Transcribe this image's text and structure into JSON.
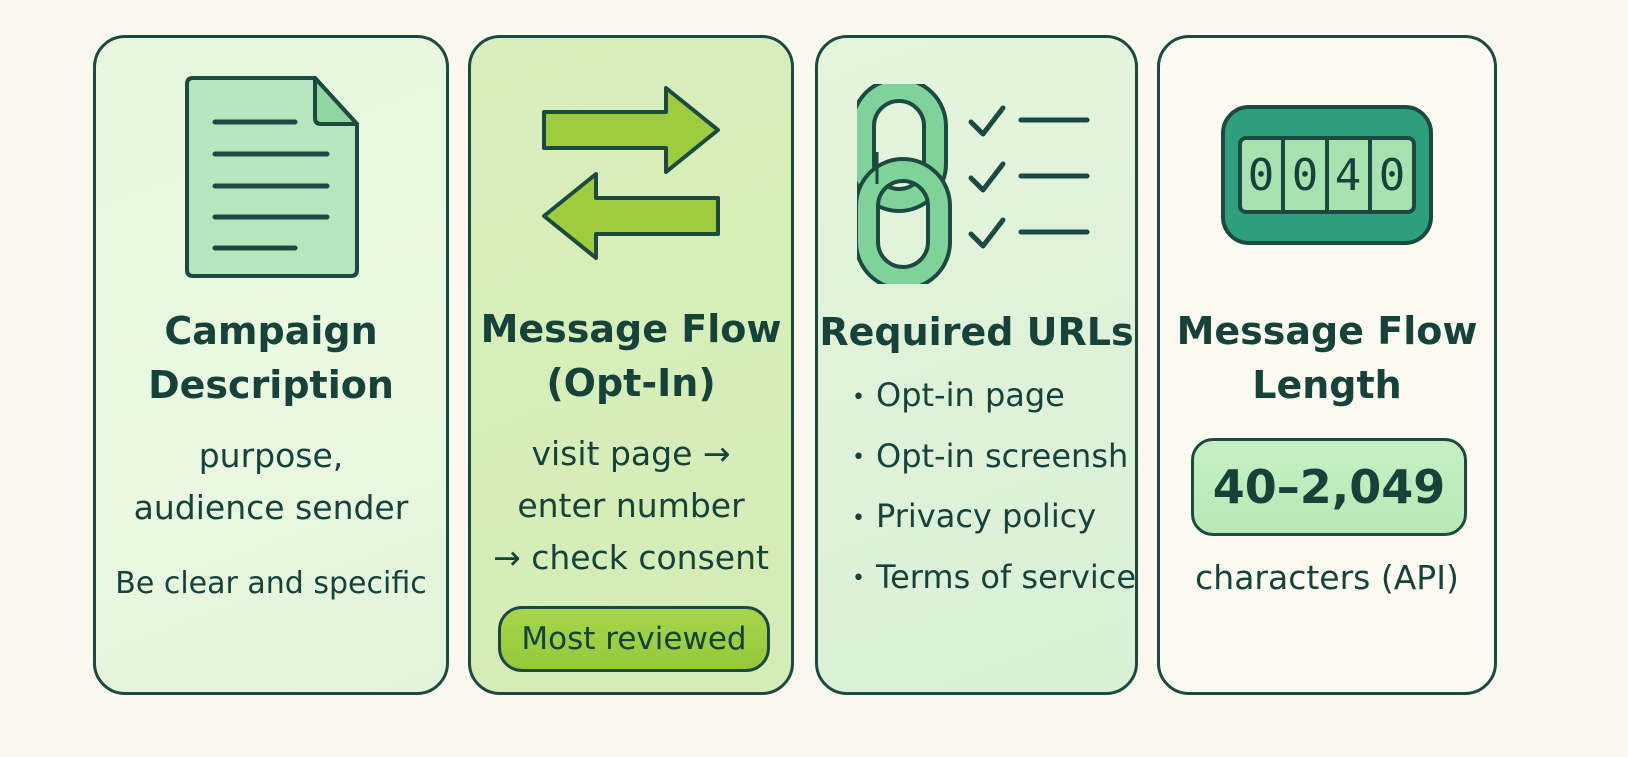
{
  "cards": [
    {
      "icon": "document-icon",
      "title_lines": [
        "Campaign",
        "Description"
      ],
      "body_lines": [
        "purpose,",
        "audience  sender"
      ],
      "note": "Be clear and specific"
    },
    {
      "icon": "swap-arrows-icon",
      "title_lines": [
        "Message Flow",
        "(Opt-In)"
      ],
      "body_lines": [
        "visit page →",
        "enter number",
        "→ check consent"
      ],
      "badge": "Most reviewed"
    },
    {
      "icon": "link-checklist-icon",
      "title_lines": [
        "Required URLs"
      ],
      "items": [
        "Opt-in page",
        "Opt-in screensh",
        "Privacy policy",
        "Terms of service"
      ]
    },
    {
      "icon": "counter-icon",
      "counter_digits": [
        "0",
        "0",
        "4",
        "0"
      ],
      "title_lines": [
        "Message Flow",
        "Length"
      ],
      "value": "40–2,049",
      "caption": "characters (API)"
    }
  ],
  "colors": {
    "outline": "#1c4a40",
    "text": "#16423a",
    "lime": "#9ccd40",
    "mint": "#7fd39a",
    "teal": "#2e9d80"
  }
}
